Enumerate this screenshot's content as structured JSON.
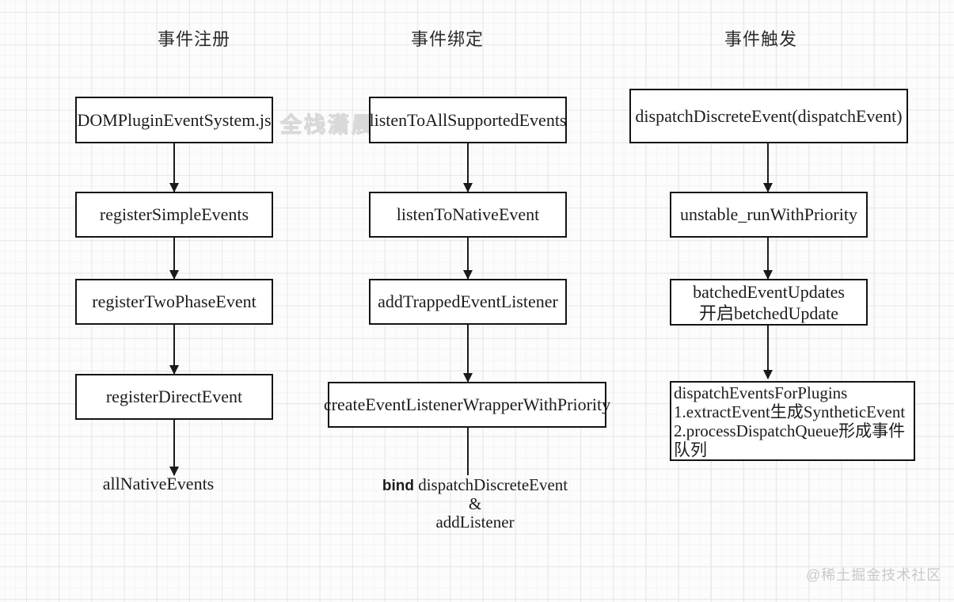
{
  "watermarks": {
    "center": "全栈潇晨",
    "bottom_right": "@稀土掘金技术社区"
  },
  "columns": [
    {
      "title": "事件注册",
      "nodes": [
        "DOMPluginEventSystem.js",
        "registerSimpleEvents",
        "registerTwoPhaseEvent",
        "registerDirectEvent"
      ],
      "tail": "allNativeEvents"
    },
    {
      "title": "事件绑定",
      "nodes": [
        "listenToAllSupportedEvents",
        "listenToNativeEvent",
        "addTrappedEventListener",
        "createEventListenerWrapperWithPriority"
      ],
      "tail": {
        "bind_word": "bind",
        "line1_rest": " dispatchDiscreteEvent",
        "line2": "&",
        "line3": "addListener"
      }
    },
    {
      "title": "事件触发",
      "nodes": [
        "dispatchDiscreteEvent(dispatchEvent)",
        "unstable_runWithPriority",
        "batchedEventUpdates\n开启betchedUpdate",
        "dispatchEventsForPlugins\n1.extractEvent生成SyntheticEvent\n2.processDispatchQueue形成事件队列"
      ]
    }
  ]
}
